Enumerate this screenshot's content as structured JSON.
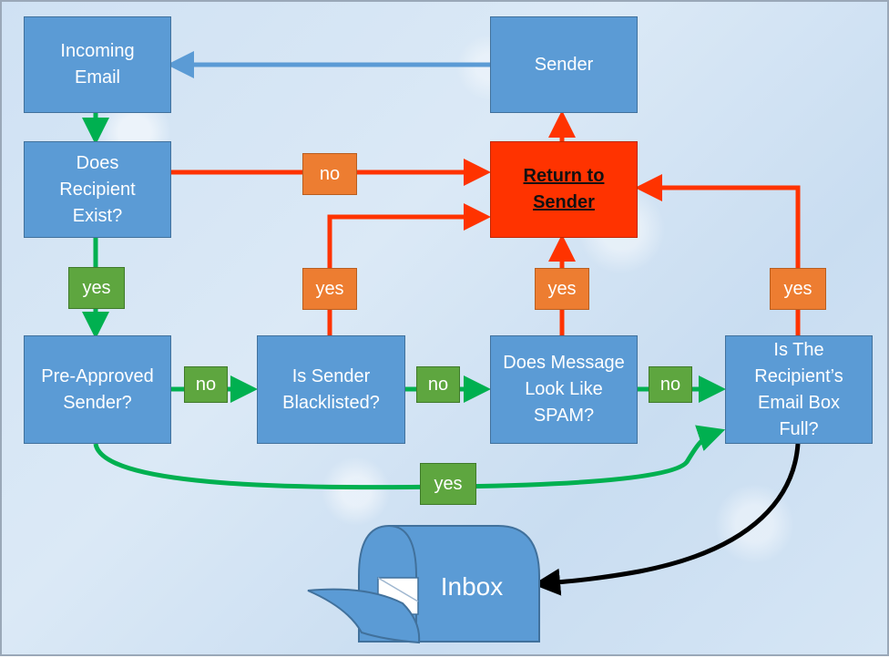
{
  "nodes": {
    "incoming_email": "Incoming\nEmail",
    "sender": "Sender",
    "recipient_exist": "Does\nRecipient\nExist?",
    "return_to_sender": "Return to\nSender",
    "pre_approved": "Pre-Approved\nSender?",
    "blacklisted": "Is Sender\nBlacklisted?",
    "spam": "Does Message\nLook Like\nSPAM?",
    "mailbox_full": "Is The\nRecipient’s\nEmail Box\nFull?",
    "inbox": "Inbox"
  },
  "labels": {
    "no_exist": "no",
    "yes_exist": "yes",
    "no_preapproved": "no",
    "no_blacklist": "no",
    "no_spam": "no",
    "yes_blacklist": "yes",
    "yes_spam": "yes",
    "yes_full": "yes",
    "yes_preapproved": "yes"
  },
  "colors": {
    "node_blue": "#5b9bd5",
    "return_red": "#ff3300",
    "arrow_red": "#ff3300",
    "arrow_green": "#00b050",
    "arrow_blue": "#5b9bd5",
    "arrow_black": "#000000",
    "tag_green": "#5ea63f",
    "tag_orange": "#ed7d31"
  },
  "icons": {
    "inbox": "mailbox-icon"
  }
}
